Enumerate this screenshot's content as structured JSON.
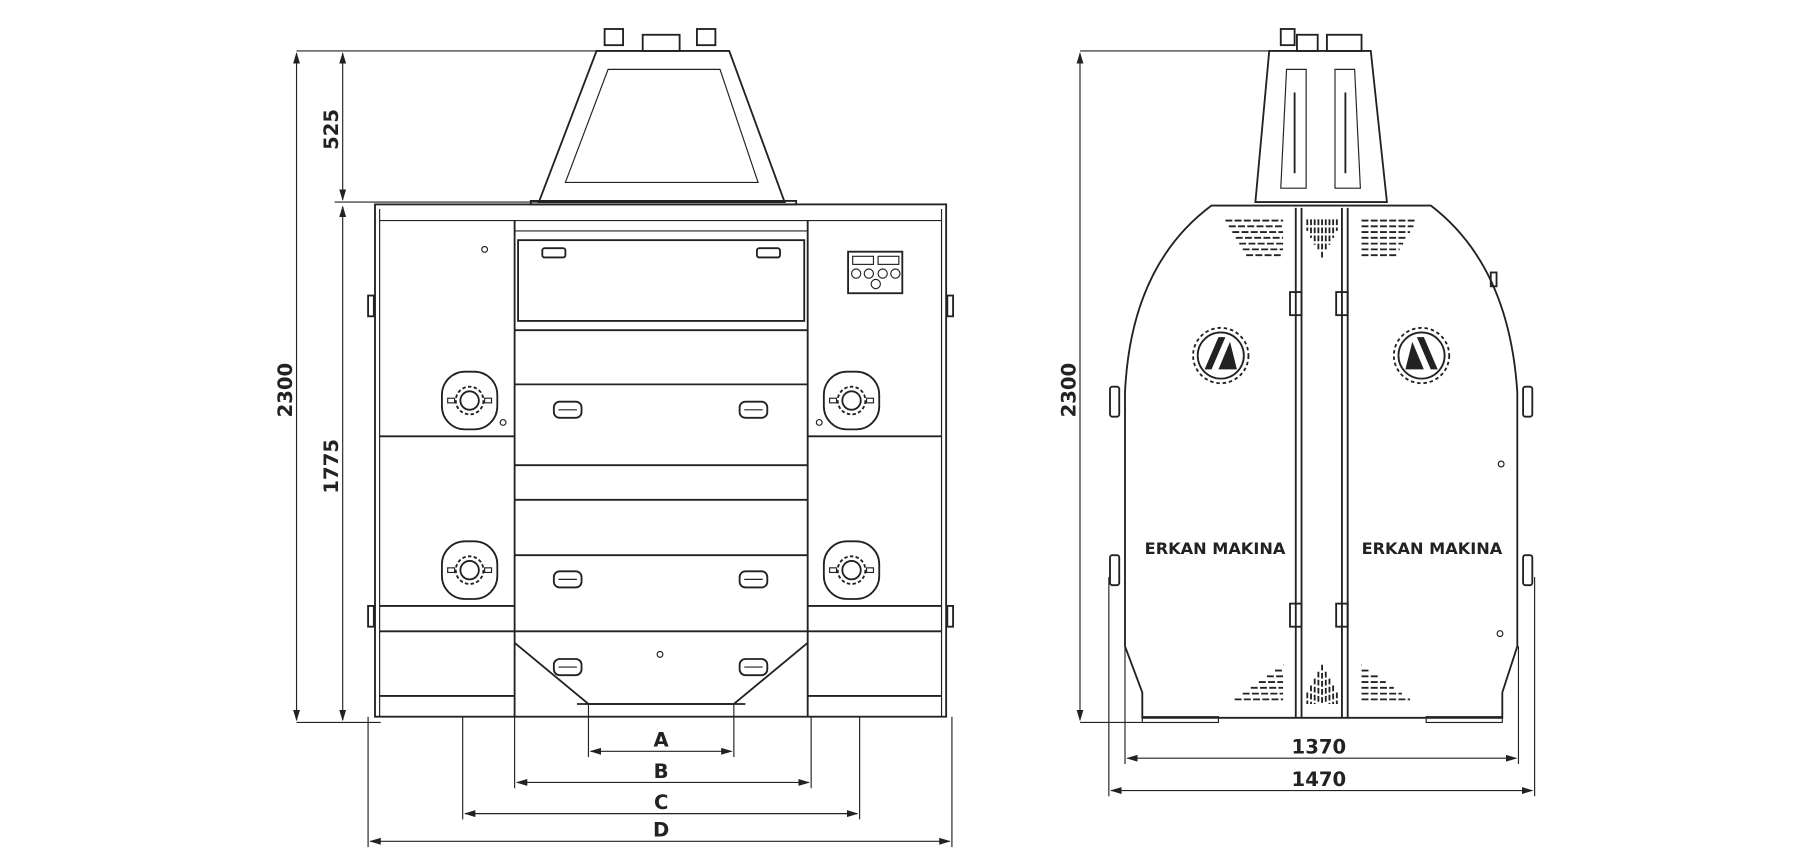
{
  "front_view": {
    "dimensions": {
      "total_height": "2300",
      "top_height": "525",
      "body_height": "1775"
    },
    "width_labels": [
      "A",
      "B",
      "C",
      "D"
    ]
  },
  "side_view": {
    "dimensions": {
      "total_height": "2300",
      "inner_width": "1370",
      "outer_width": "1470"
    },
    "brand_left": "ERKAN MAKINA",
    "brand_right": "ERKAN MAKINA"
  },
  "colors": {
    "line": "#222222",
    "background": "#ffffff"
  }
}
